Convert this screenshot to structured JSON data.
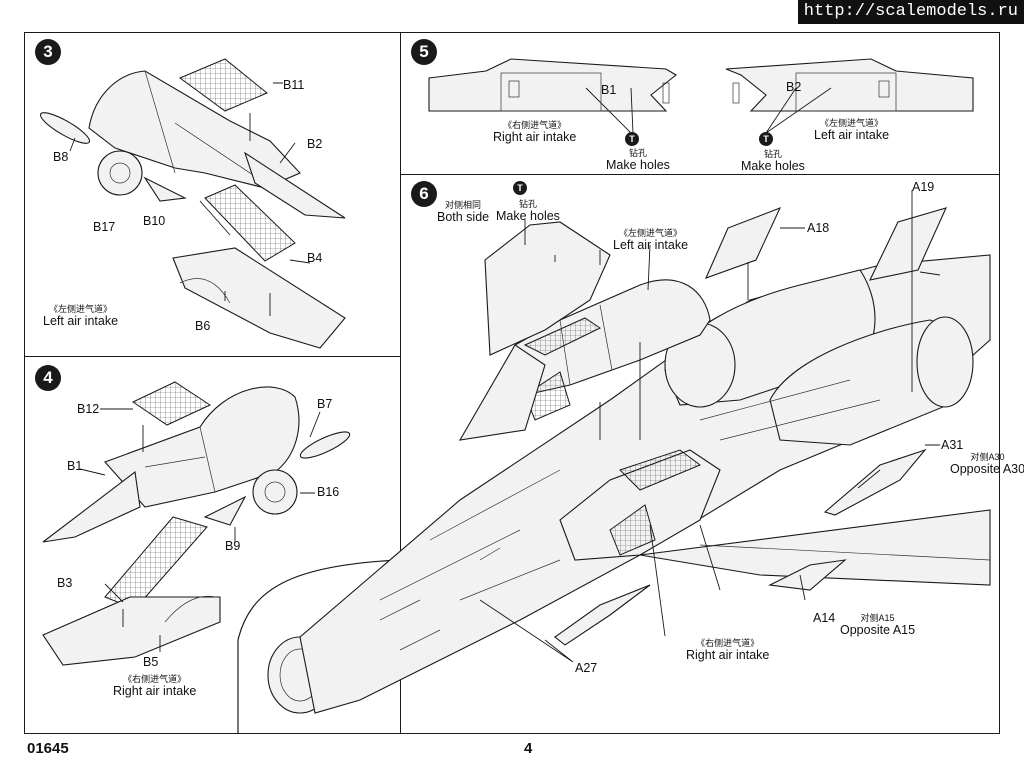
{
  "watermark": "http://scalemodels.ru",
  "footer": {
    "catalog_number": "01645",
    "page_number": "4"
  },
  "steps": {
    "step3": {
      "number": "3",
      "parts": {
        "b11": "B11",
        "b2": "B2",
        "b8": "B8",
        "b17": "B17",
        "b10": "B10",
        "b4": "B4",
        "b6": "B6"
      },
      "caption_cn": "《左侧进气道》",
      "caption_en": "Left air intake"
    },
    "step4": {
      "number": "4",
      "parts": {
        "b12": "B12",
        "b7": "B7",
        "b1": "B1",
        "b16": "B16",
        "b9": "B9",
        "b3": "B3",
        "b5": "B5"
      },
      "caption_cn": "《右侧进气道》",
      "caption_en": "Right air intake"
    },
    "step5": {
      "number": "5",
      "parts": {
        "b1": "B1",
        "b2": "B2"
      },
      "right_caption_cn": "《右侧进气道》",
      "right_caption_en": "Right air intake",
      "left_caption_cn": "《左侧进气道》",
      "left_caption_en": "Left air intake",
      "drill_symbol": "T",
      "drill_cn": "钻孔",
      "drill_en": "Make holes"
    },
    "step6": {
      "number": "6",
      "both_side_cn": "对侧相同",
      "both_side_en": "Both side",
      "drill_symbol": "T",
      "drill_cn": "钻孔",
      "drill_en": "Make holes",
      "left_intake_cn": "《左侧进气道》",
      "left_intake_en": "Left air intake",
      "right_intake_cn": "《右侧进气道》",
      "right_intake_en": "Right air intake",
      "parts": {
        "a18": "A18",
        "a19": "A19",
        "a31": "A31",
        "a14": "A14",
        "a27": "A27"
      },
      "opp_a30_cn": "对侧A30",
      "opp_a30_en": "Opposite A30",
      "opp_a15_cn": "对侧A15",
      "opp_a15_en": "Opposite A15"
    }
  }
}
